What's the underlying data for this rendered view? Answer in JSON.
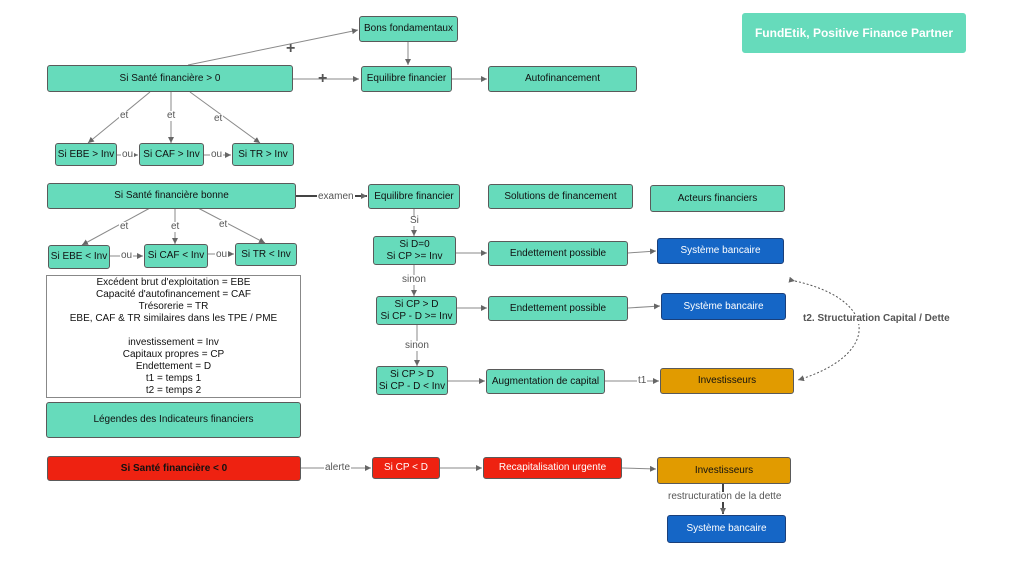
{
  "brand": "FundEtik, Positive Finance Partner",
  "top": {
    "condition": "Si Santé financière > 0",
    "bons": "Bons fondamentaux",
    "equilibre": "Equilibre financier",
    "autofinancement": "Autofinancement",
    "plus1": "+",
    "plus2": "+",
    "et": "et",
    "ou": "ou",
    "ebe": "Si EBE > Inv",
    "caf": "Si CAF > Inv",
    "tr": "Si TR > Inv"
  },
  "middle": {
    "condition": "Si Santé financière bonne",
    "examen": "examen",
    "equilibre": "Equilibre financier",
    "solutions": "Solutions de financement",
    "acteurs": "Acteurs financiers",
    "et": "et",
    "ou": "ou",
    "ebe": "Si EBE < Inv",
    "caf": "Si CAF < Inv",
    "tr": "Si TR < Inv",
    "si": "Si",
    "sinon": "sinon",
    "cond1": "Si D=0\nSi CP >= Inv",
    "endettement1": "Endettement possible",
    "banque1": "Système bancaire",
    "cond2": "Si CP > D\nSi CP - D >= Inv",
    "endettement2": "Endettement possible",
    "banque2": "Système bancaire",
    "cond3": "Si CP > D\nSi CP - D < Inv",
    "augmentation": "Augmentation de capital",
    "t1": "t1",
    "investisseurs": "Investisseurs",
    "structuration": "t2. Structuration Capital / Dette"
  },
  "legend": {
    "text": "Excédent brut d'exploitation = EBE\nCapacité d'autofinancement = CAF\nTrésorerie = TR\nEBE, CAF & TR similaires dans les TPE / PME\n\ninvestissement = Inv\nCapitaux propres = CP\nEndettement = D\nt1 = temps 1\nt2 = temps 2",
    "title": "Légendes des Indicateurs financiers"
  },
  "bottom": {
    "condition": "Si Santé financière < 0",
    "alerte": "alerte",
    "cpd": "Si CP < D",
    "recap": "Recapitalisation urgente",
    "investisseurs": "Investisseurs",
    "restructuration": "restructuration de la dette",
    "banque": "Système bancaire"
  },
  "colors": {
    "green": "#66dbbb",
    "red": "#ee2211",
    "orange": "#e19b00",
    "blue": "#1566c6",
    "line": "#8a8a8a"
  }
}
